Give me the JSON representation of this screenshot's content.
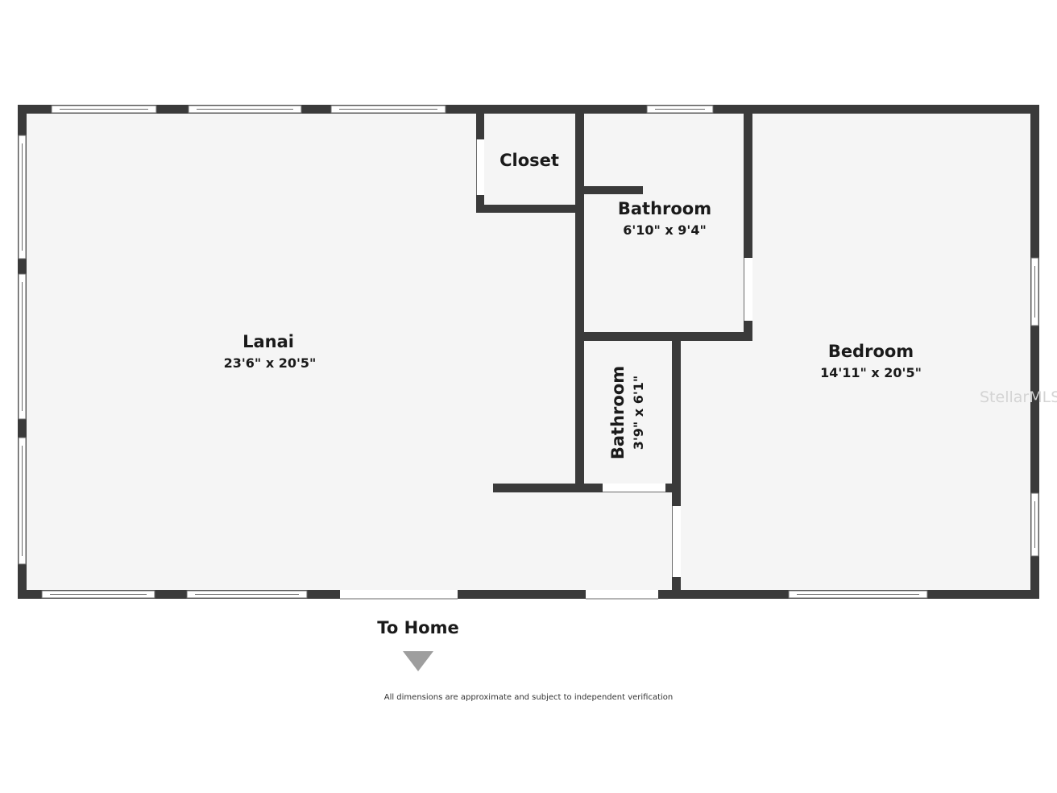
{
  "floorplan": {
    "rooms": [
      {
        "id": "lanai",
        "name": "Lanai",
        "dimensions": "23'6\" x 20'5\""
      },
      {
        "id": "closet",
        "name": "Closet",
        "dimensions": ""
      },
      {
        "id": "bathroom-main",
        "name": "Bathroom",
        "dimensions": "6'10\" x 9'4\""
      },
      {
        "id": "bathroom-small",
        "name": "Bathroom",
        "dimensions": "3'9\" x 6'1\""
      },
      {
        "id": "bedroom",
        "name": "Bedroom",
        "dimensions": "14'11\" x 20'5\""
      }
    ],
    "entry_label": "To Home",
    "disclaimer": "All dimensions are approximate and subject to independent verification",
    "watermark": "StellarMLS",
    "colors": {
      "wall": "#3a3a3a",
      "floor": "#f5f5f5",
      "arrow": "#9e9e9e"
    }
  }
}
